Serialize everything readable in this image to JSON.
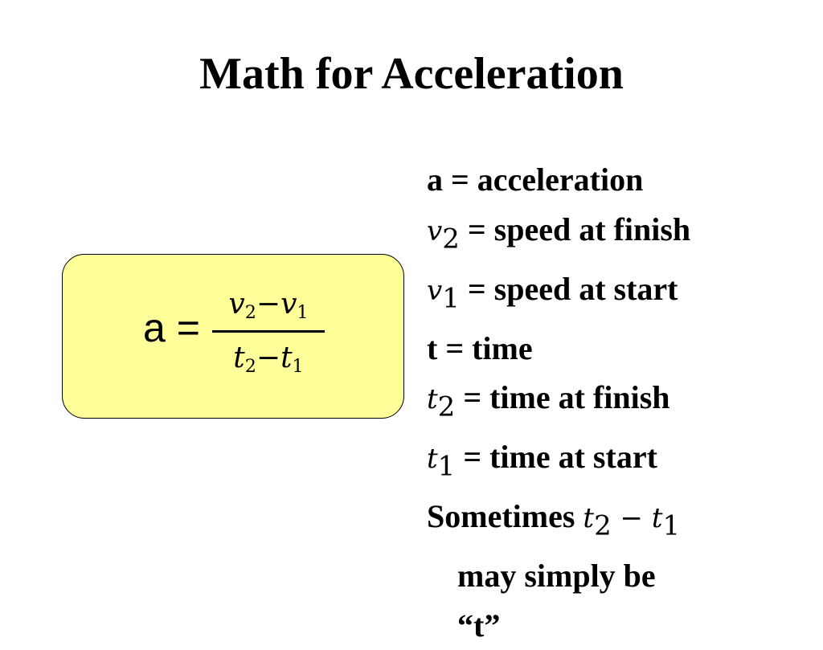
{
  "slide": {
    "title": "Math for Acceleration"
  },
  "formula": {
    "lhs": "a =",
    "numerator": {
      "v": "v",
      "sub2": "2",
      "minus": "−",
      "sub1": "1"
    },
    "denominator": {
      "t": "t",
      "sub2": "2",
      "minus": "−",
      "sub1": "1"
    }
  },
  "definitions": {
    "a": "a = acceleration",
    "v2_sym": "v",
    "v2_sub": "2",
    "v2_text": " = speed at finish",
    "v1_sym": "v",
    "v1_sub": "1",
    "v1_text": " = speed at start",
    "t": "t = time",
    "t2_sym": "t",
    "t2_sub": "2",
    "t2_text": " = time at finish",
    "t1_sym": "t",
    "t1_sub": "1",
    "t1_text": " = time at start",
    "sometimes_prefix": "Sometimes ",
    "sometimes_t2_sym": "t",
    "sometimes_t2_sub": "2",
    "sometimes_minus": " − ",
    "sometimes_t1_sym": "t",
    "sometimes_t1_sub": "1",
    "continuation_1": "may simply be",
    "continuation_2": "“t”"
  },
  "colors": {
    "formula_box_fill": "#ffff99",
    "text": "#000000",
    "background": "#ffffff"
  }
}
